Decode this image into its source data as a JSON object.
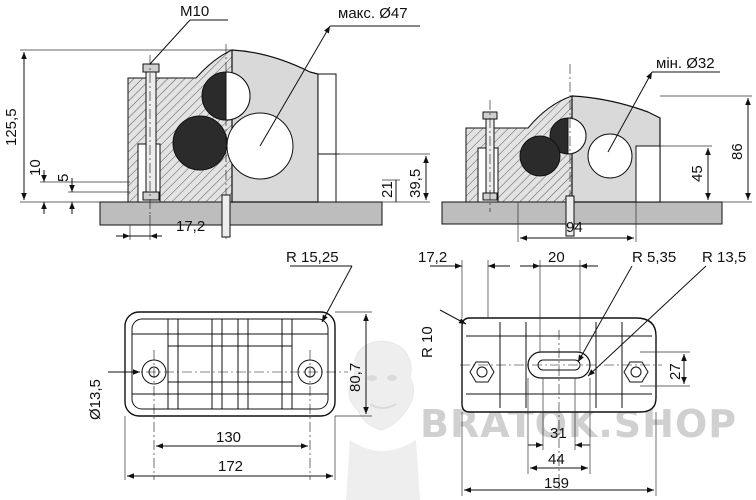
{
  "watermark": {
    "text": "BRATOK.SHOP"
  },
  "side_view_large": {
    "thread_label": "M10",
    "max_diameter_label": "макс. Ø47",
    "height_total": "125,5",
    "dim_10": "10",
    "dim_5": "5",
    "dim_21": "21",
    "dim_39_5": "39,5",
    "dim_17_2": "17,2"
  },
  "side_view_small": {
    "min_diameter_label": "мін. Ø32",
    "height_total": "86",
    "dim_45": "45",
    "dim_94": "94"
  },
  "top_view_large": {
    "radius_label": "R 15,25",
    "hole_label": "Ø13,5",
    "height_label": "80,7",
    "dim_130": "130",
    "dim_172": "172"
  },
  "top_view_small": {
    "dim_17_2": "17,2",
    "dim_20": "20",
    "radius_5_35": "R 5,35",
    "radius_13_5": "R 13,5",
    "radius_10": "R 10",
    "dim_27": "27",
    "dim_31": "31",
    "dim_44": "44",
    "dim_159": "159"
  }
}
